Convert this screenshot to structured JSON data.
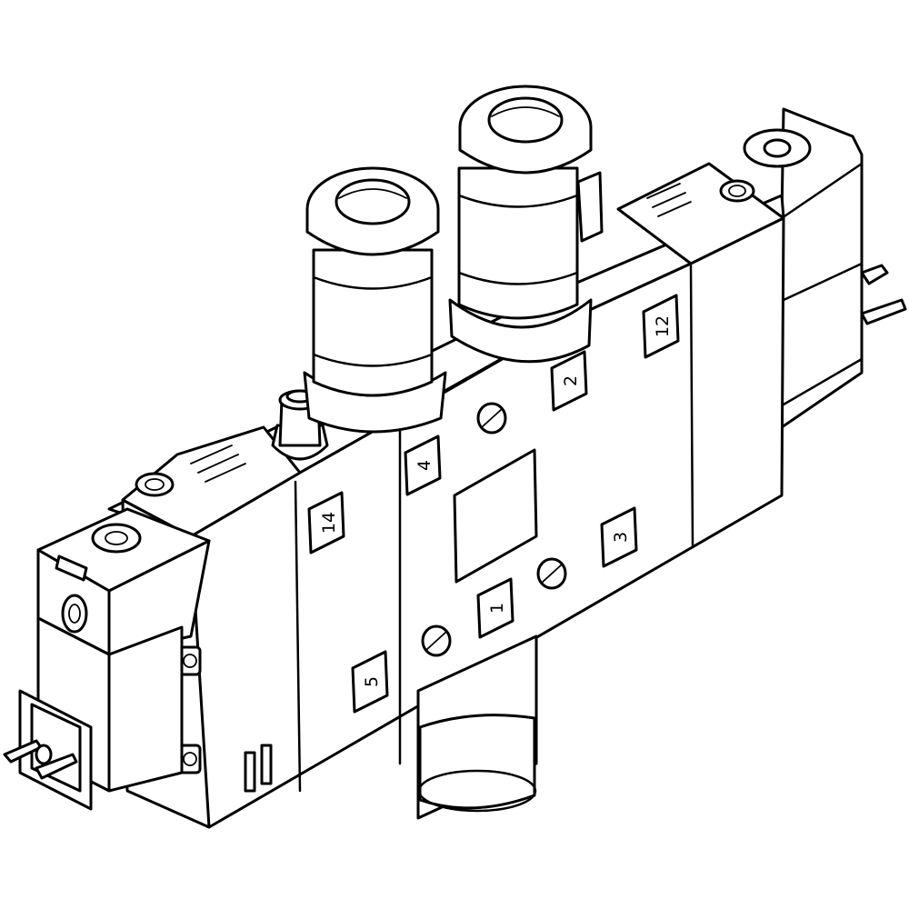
{
  "colors": {
    "line": "#000000",
    "fill": "#ffffff"
  },
  "diagram": {
    "port_labels": {
      "port_14": "14",
      "port_4": "4",
      "port_2": "2",
      "port_12": "12",
      "port_3": "3",
      "port_1": "1",
      "port_5": "5"
    }
  }
}
